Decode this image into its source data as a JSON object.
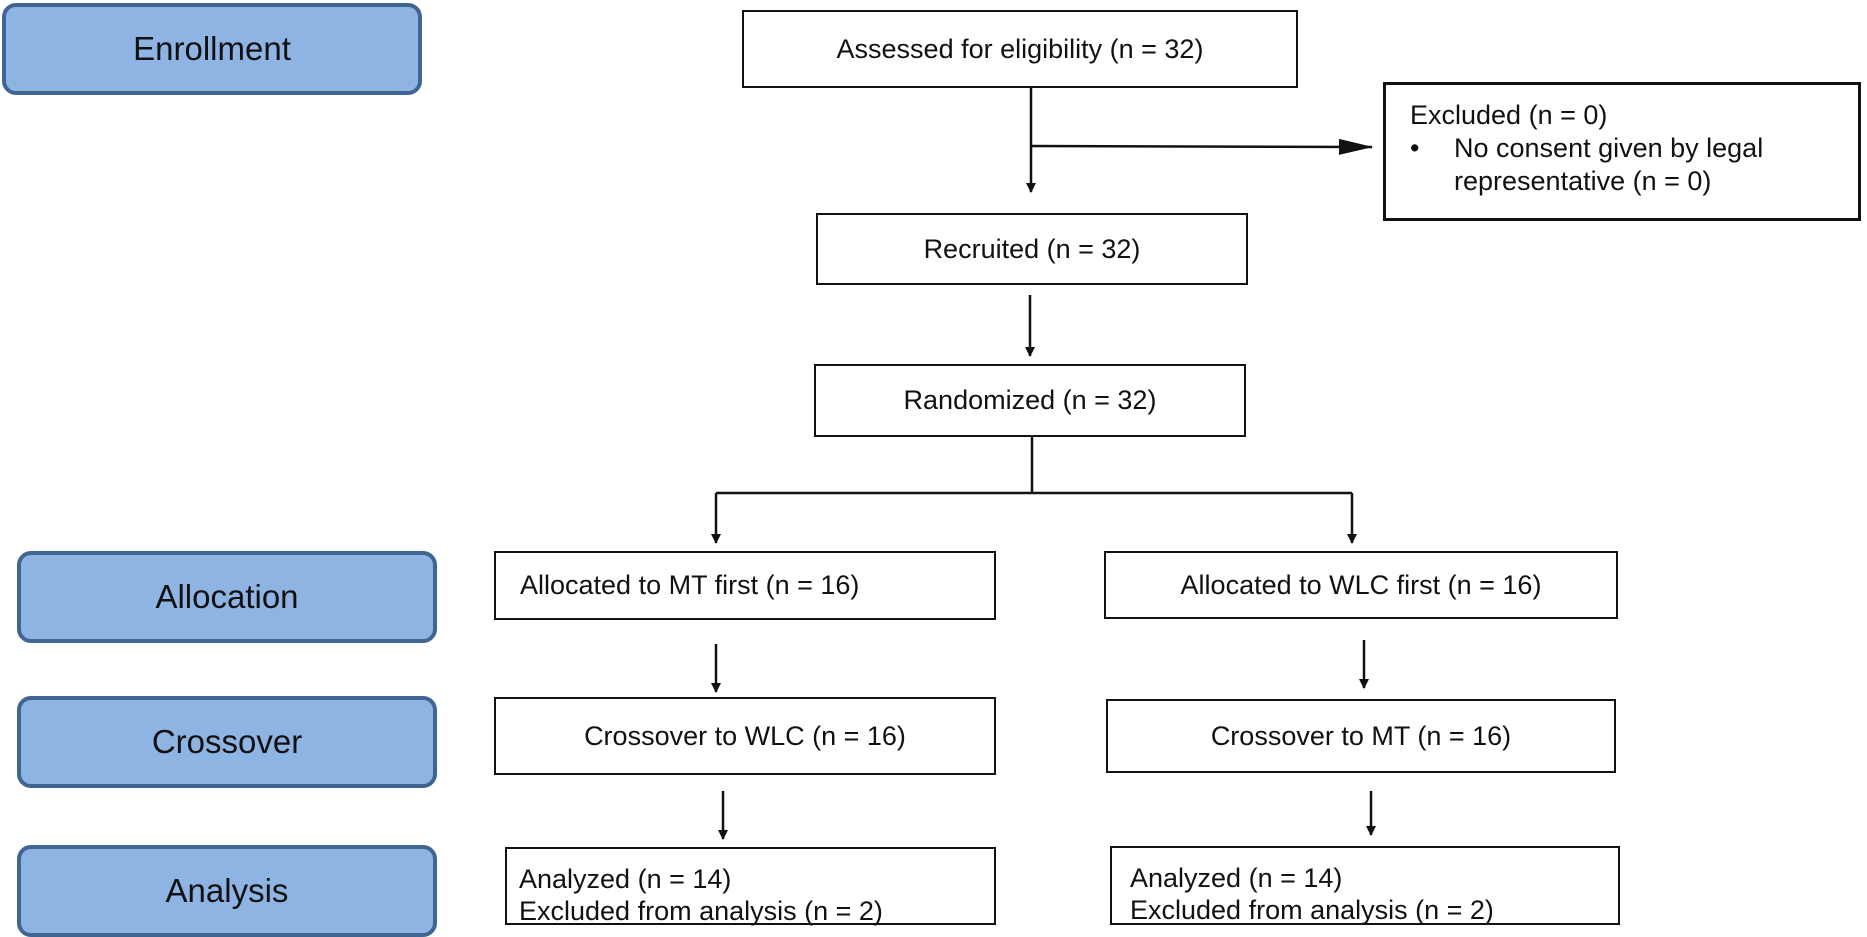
{
  "phases": {
    "enrollment": "Enrollment",
    "allocation": "Allocation",
    "crossover": "Crossover",
    "analysis": "Analysis"
  },
  "enrollment": {
    "assessed": "Assessed for eligibility (n = 32)",
    "excluded_title": "Excluded (n = 0)",
    "excluded_bullet": "•",
    "excluded_reason_line1": "No consent given by legal",
    "excluded_reason_line2": "representative (n = 0)",
    "recruited": "Recruited (n = 32)",
    "randomized": "Randomized (n = 32)"
  },
  "left_arm": {
    "allocation": "Allocated to MT first (n = 16)",
    "crossover": "Crossover to WLC (n = 16)",
    "analyzed": "Analyzed (n = 14)",
    "excluded": "Excluded from analysis (n = 2)"
  },
  "right_arm": {
    "allocation": "Allocated to WLC first (n = 16)",
    "crossover": "Crossover to MT (n = 16)",
    "analyzed": "Analyzed (n = 14)",
    "excluded": "Excluded from analysis (n = 2)"
  }
}
